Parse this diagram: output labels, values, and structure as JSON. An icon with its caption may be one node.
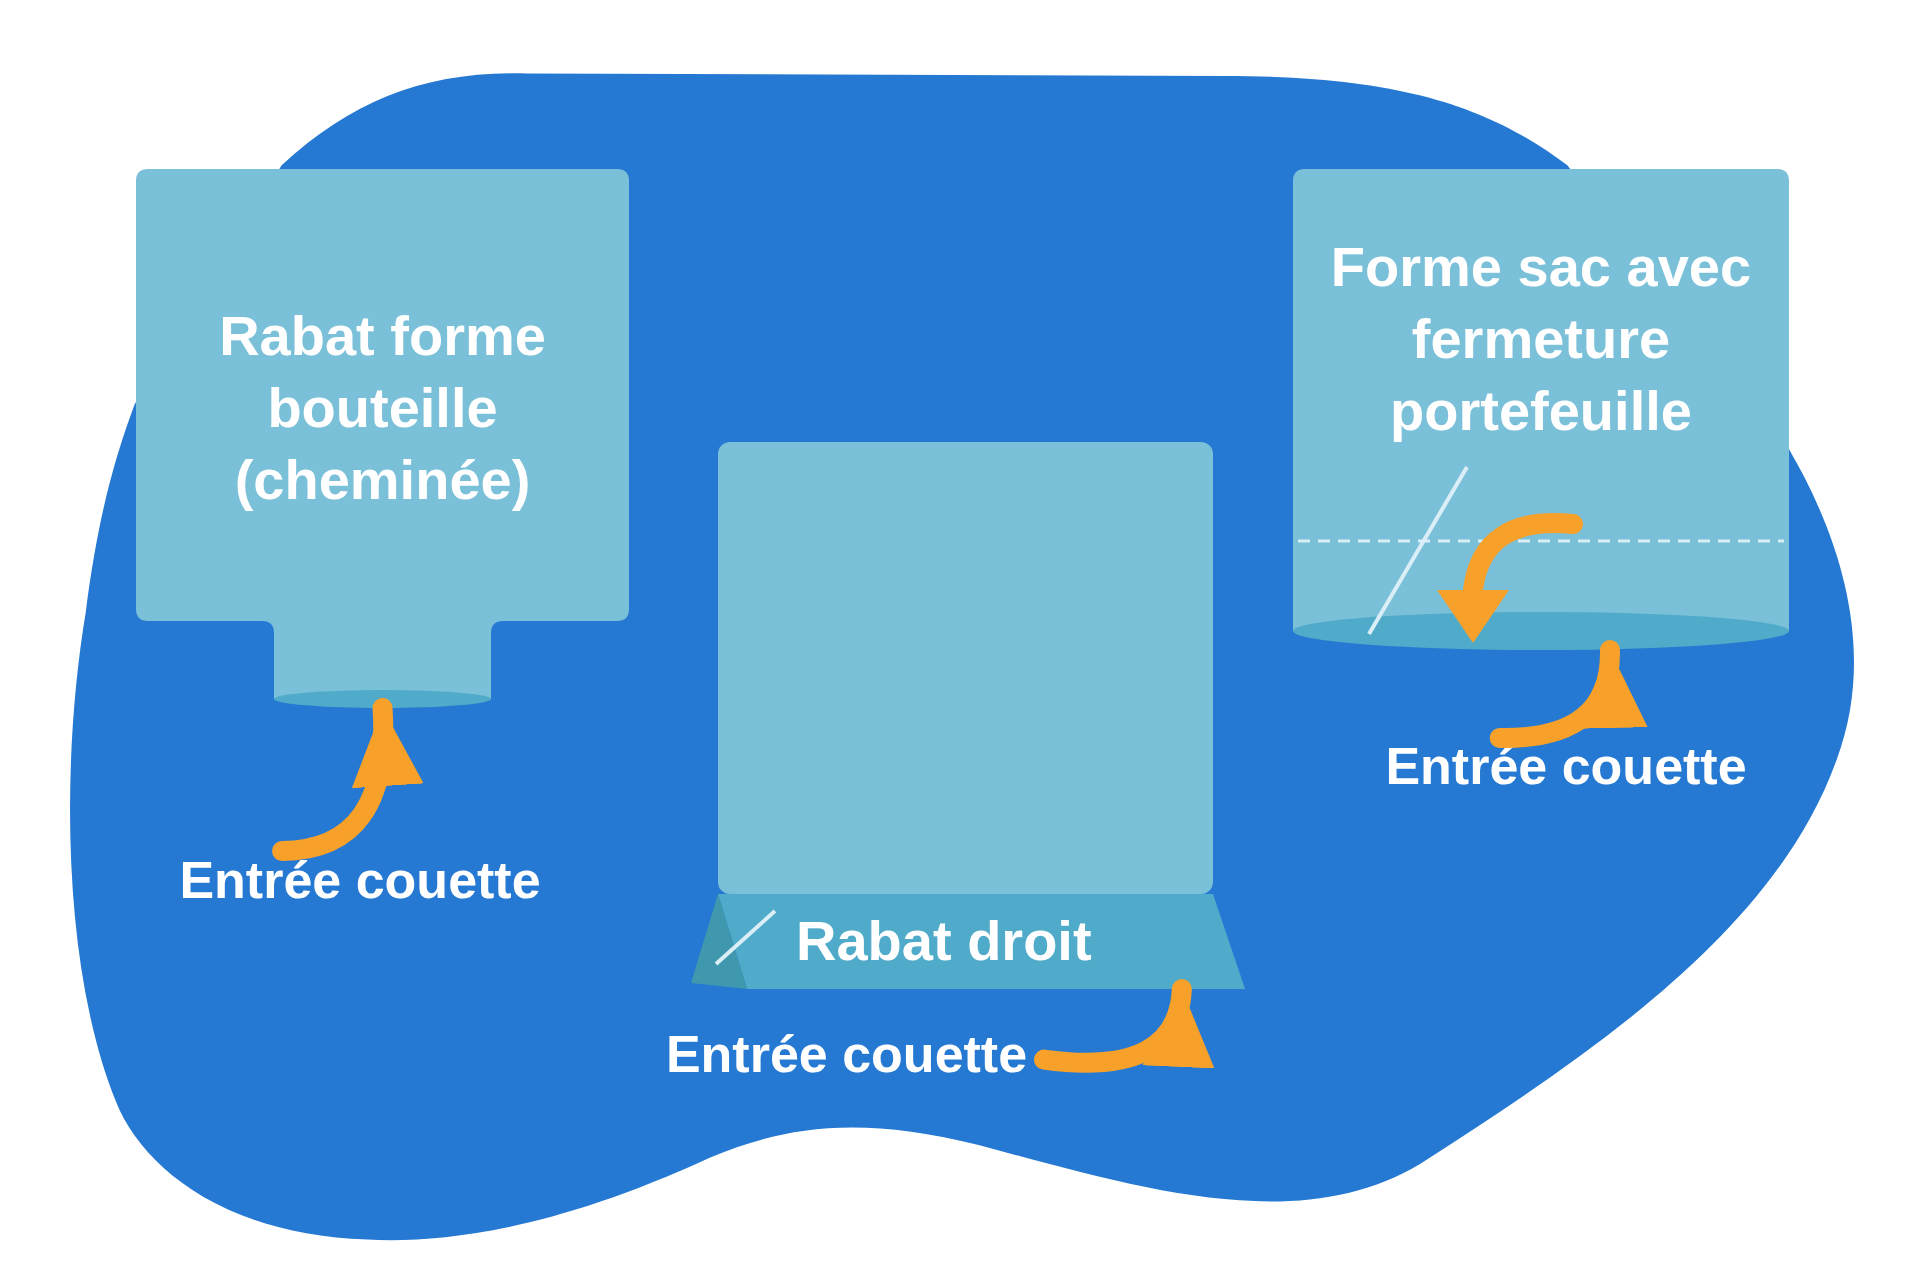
{
  "diagram": {
    "nodes": [
      {
        "text": [
          "Rabat forme bouteille (cheminée)"
        ]
      },
      {
        "text": [
          "Entrée couette"
        ]
      },
      {
        "text": [],
        "shape": "box"
      },
      {
        "text": [
          "Rabat droit"
        ]
      },
      {
        "text": [
          "Entrée couette"
        ]
      },
      {
        "text": [
          "Forme sac avec fermeture portefeuille"
        ]
      },
      {
        "text": [
          "Entrée couette"
        ]
      }
    ],
    "edges": [
      {
        "from": 1,
        "to": 0,
        "arrow": "to"
      },
      {
        "from": 4,
        "to": 3,
        "arrow": "to"
      },
      {
        "from": 6,
        "to": 5,
        "arrow": "to"
      }
    ]
  }
}
